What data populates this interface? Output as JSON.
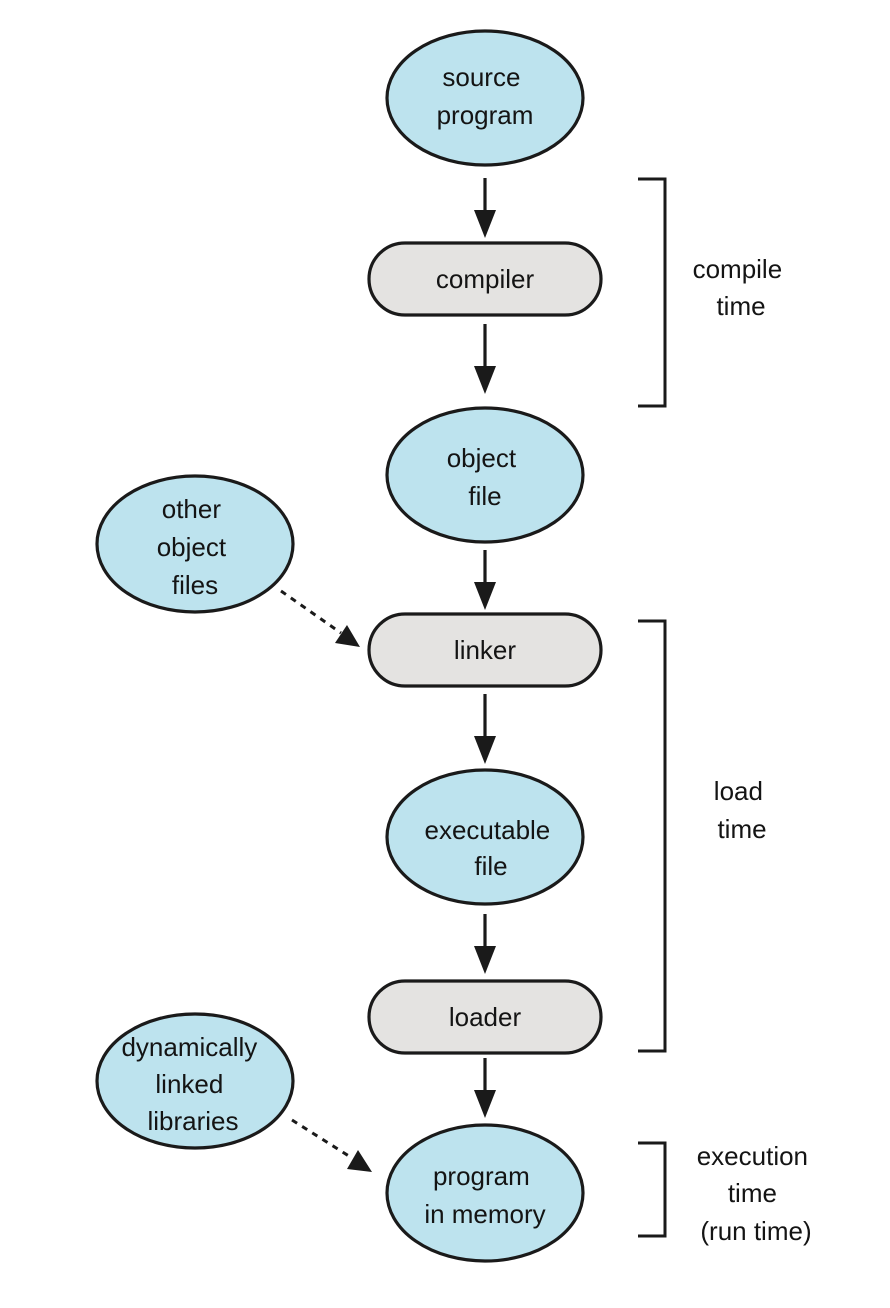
{
  "nodes": {
    "source_program": [
      "source",
      "program"
    ],
    "compiler": "compiler",
    "object_file": [
      "object",
      "file"
    ],
    "other_object_files": [
      "other",
      "object",
      "files"
    ],
    "linker": "linker",
    "executable_file": [
      "executable",
      "file"
    ],
    "loader": "loader",
    "dynamically_linked_libraries": [
      "dynamically",
      "linked",
      "libraries"
    ],
    "program_in_memory": [
      "program",
      "in memory"
    ]
  },
  "phases": {
    "compile_time": [
      "compile",
      "time"
    ],
    "load_time": [
      "load",
      "time"
    ],
    "execution_time": [
      "execution",
      "time",
      "(run time)"
    ]
  },
  "colors": {
    "ellipse_fill": "#bde3ee",
    "pill_fill": "#e4e3e1",
    "stroke": "#1a1a1a"
  }
}
